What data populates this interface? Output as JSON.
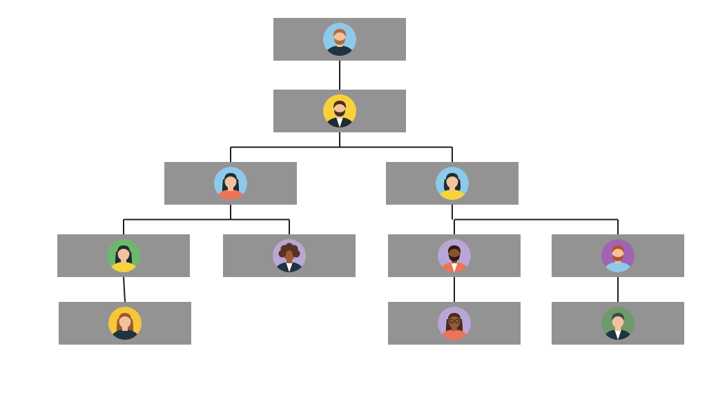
{
  "colors": {
    "background": "#ffffff",
    "box": "#939393",
    "connector": "#1c1c1c"
  },
  "nodes": [
    {
      "id": "n1",
      "level": 0,
      "avatar": {
        "bg": "#8ec9ea",
        "skin": "#f2c29c",
        "hair": "#b06a3c",
        "shirt": "#1f3442",
        "hair_style": "short",
        "beard": true,
        "glasses": false,
        "collar": null
      }
    },
    {
      "id": "n2",
      "level": 1,
      "parent": "n1",
      "avatar": {
        "bg": "#f8d13a",
        "skin": "#f2c29c",
        "hair": "#4a2e1f",
        "shirt": "#202a33",
        "hair_style": "short",
        "beard": true,
        "glasses": false,
        "collar": "#ffffff"
      }
    },
    {
      "id": "n3",
      "level": 2,
      "parent": "n2",
      "avatar": {
        "bg": "#8ec9ea",
        "skin": "#f2c29c",
        "hair": "#1d2e36",
        "shirt": "#ee7357",
        "hair_style": "long",
        "beard": false,
        "glasses": false,
        "collar": null
      }
    },
    {
      "id": "n4",
      "level": 2,
      "parent": "n2",
      "avatar": {
        "bg": "#8ec9ea",
        "skin": "#f2c29c",
        "hair": "#1d2e36",
        "shirt": "#f6d33a",
        "hair_style": "bob",
        "beard": false,
        "glasses": false,
        "collar": null
      }
    },
    {
      "id": "n5",
      "level": 3,
      "parent": "n3",
      "avatar": {
        "bg": "#6db96a",
        "skin": "#f2c29c",
        "hair": "#1d2e36",
        "shirt": "#f6d33a",
        "hair_style": "long",
        "beard": false,
        "glasses": false,
        "collar": null
      }
    },
    {
      "id": "n6",
      "level": 3,
      "parent": "n3",
      "avatar": {
        "bg": "#b9a6d6",
        "skin": "#9a5a36",
        "hair": "#5a3222",
        "shirt": "#1f3442",
        "hair_style": "curly",
        "beard": false,
        "glasses": false,
        "collar": "#ffffff"
      }
    },
    {
      "id": "n7",
      "level": 3,
      "parent": "n4",
      "avatar": {
        "bg": "#b9a6d6",
        "skin": "#8a5232",
        "hair": "#2a1a12",
        "shirt": "#ee7357",
        "hair_style": "short",
        "beard": true,
        "glasses": false,
        "collar": "#ffffff"
      }
    },
    {
      "id": "n8",
      "level": 3,
      "parent": "n4",
      "avatar": {
        "bg": "#a064b3",
        "skin": "#f2c29c",
        "hair": "#b4532e",
        "shirt": "#8ec9ea",
        "hair_style": "short",
        "beard": true,
        "glasses": false,
        "collar": null
      }
    },
    {
      "id": "n9",
      "level": 4,
      "parent": "n5",
      "avatar": {
        "bg": "#f8c63a",
        "skin": "#f2c29c",
        "hair": "#9a5a2f",
        "shirt": "#1f3442",
        "hair_style": "long",
        "beard": false,
        "glasses": false,
        "collar": null
      }
    },
    {
      "id": "n10",
      "level": 4,
      "parent": "n7",
      "avatar": {
        "bg": "#b9a6d6",
        "skin": "#9a5a36",
        "hair": "#4a2a1c",
        "shirt": "#ee7357",
        "hair_style": "long",
        "beard": false,
        "glasses": true,
        "collar": null
      }
    },
    {
      "id": "n11",
      "level": 4,
      "parent": "n8",
      "avatar": {
        "bg": "#6f9a6c",
        "skin": "#f2c29c",
        "hair": "#3c4a50",
        "shirt": "#1f3442",
        "hair_style": "short",
        "beard": false,
        "glasses": false,
        "collar": "#ffffff"
      }
    }
  ]
}
